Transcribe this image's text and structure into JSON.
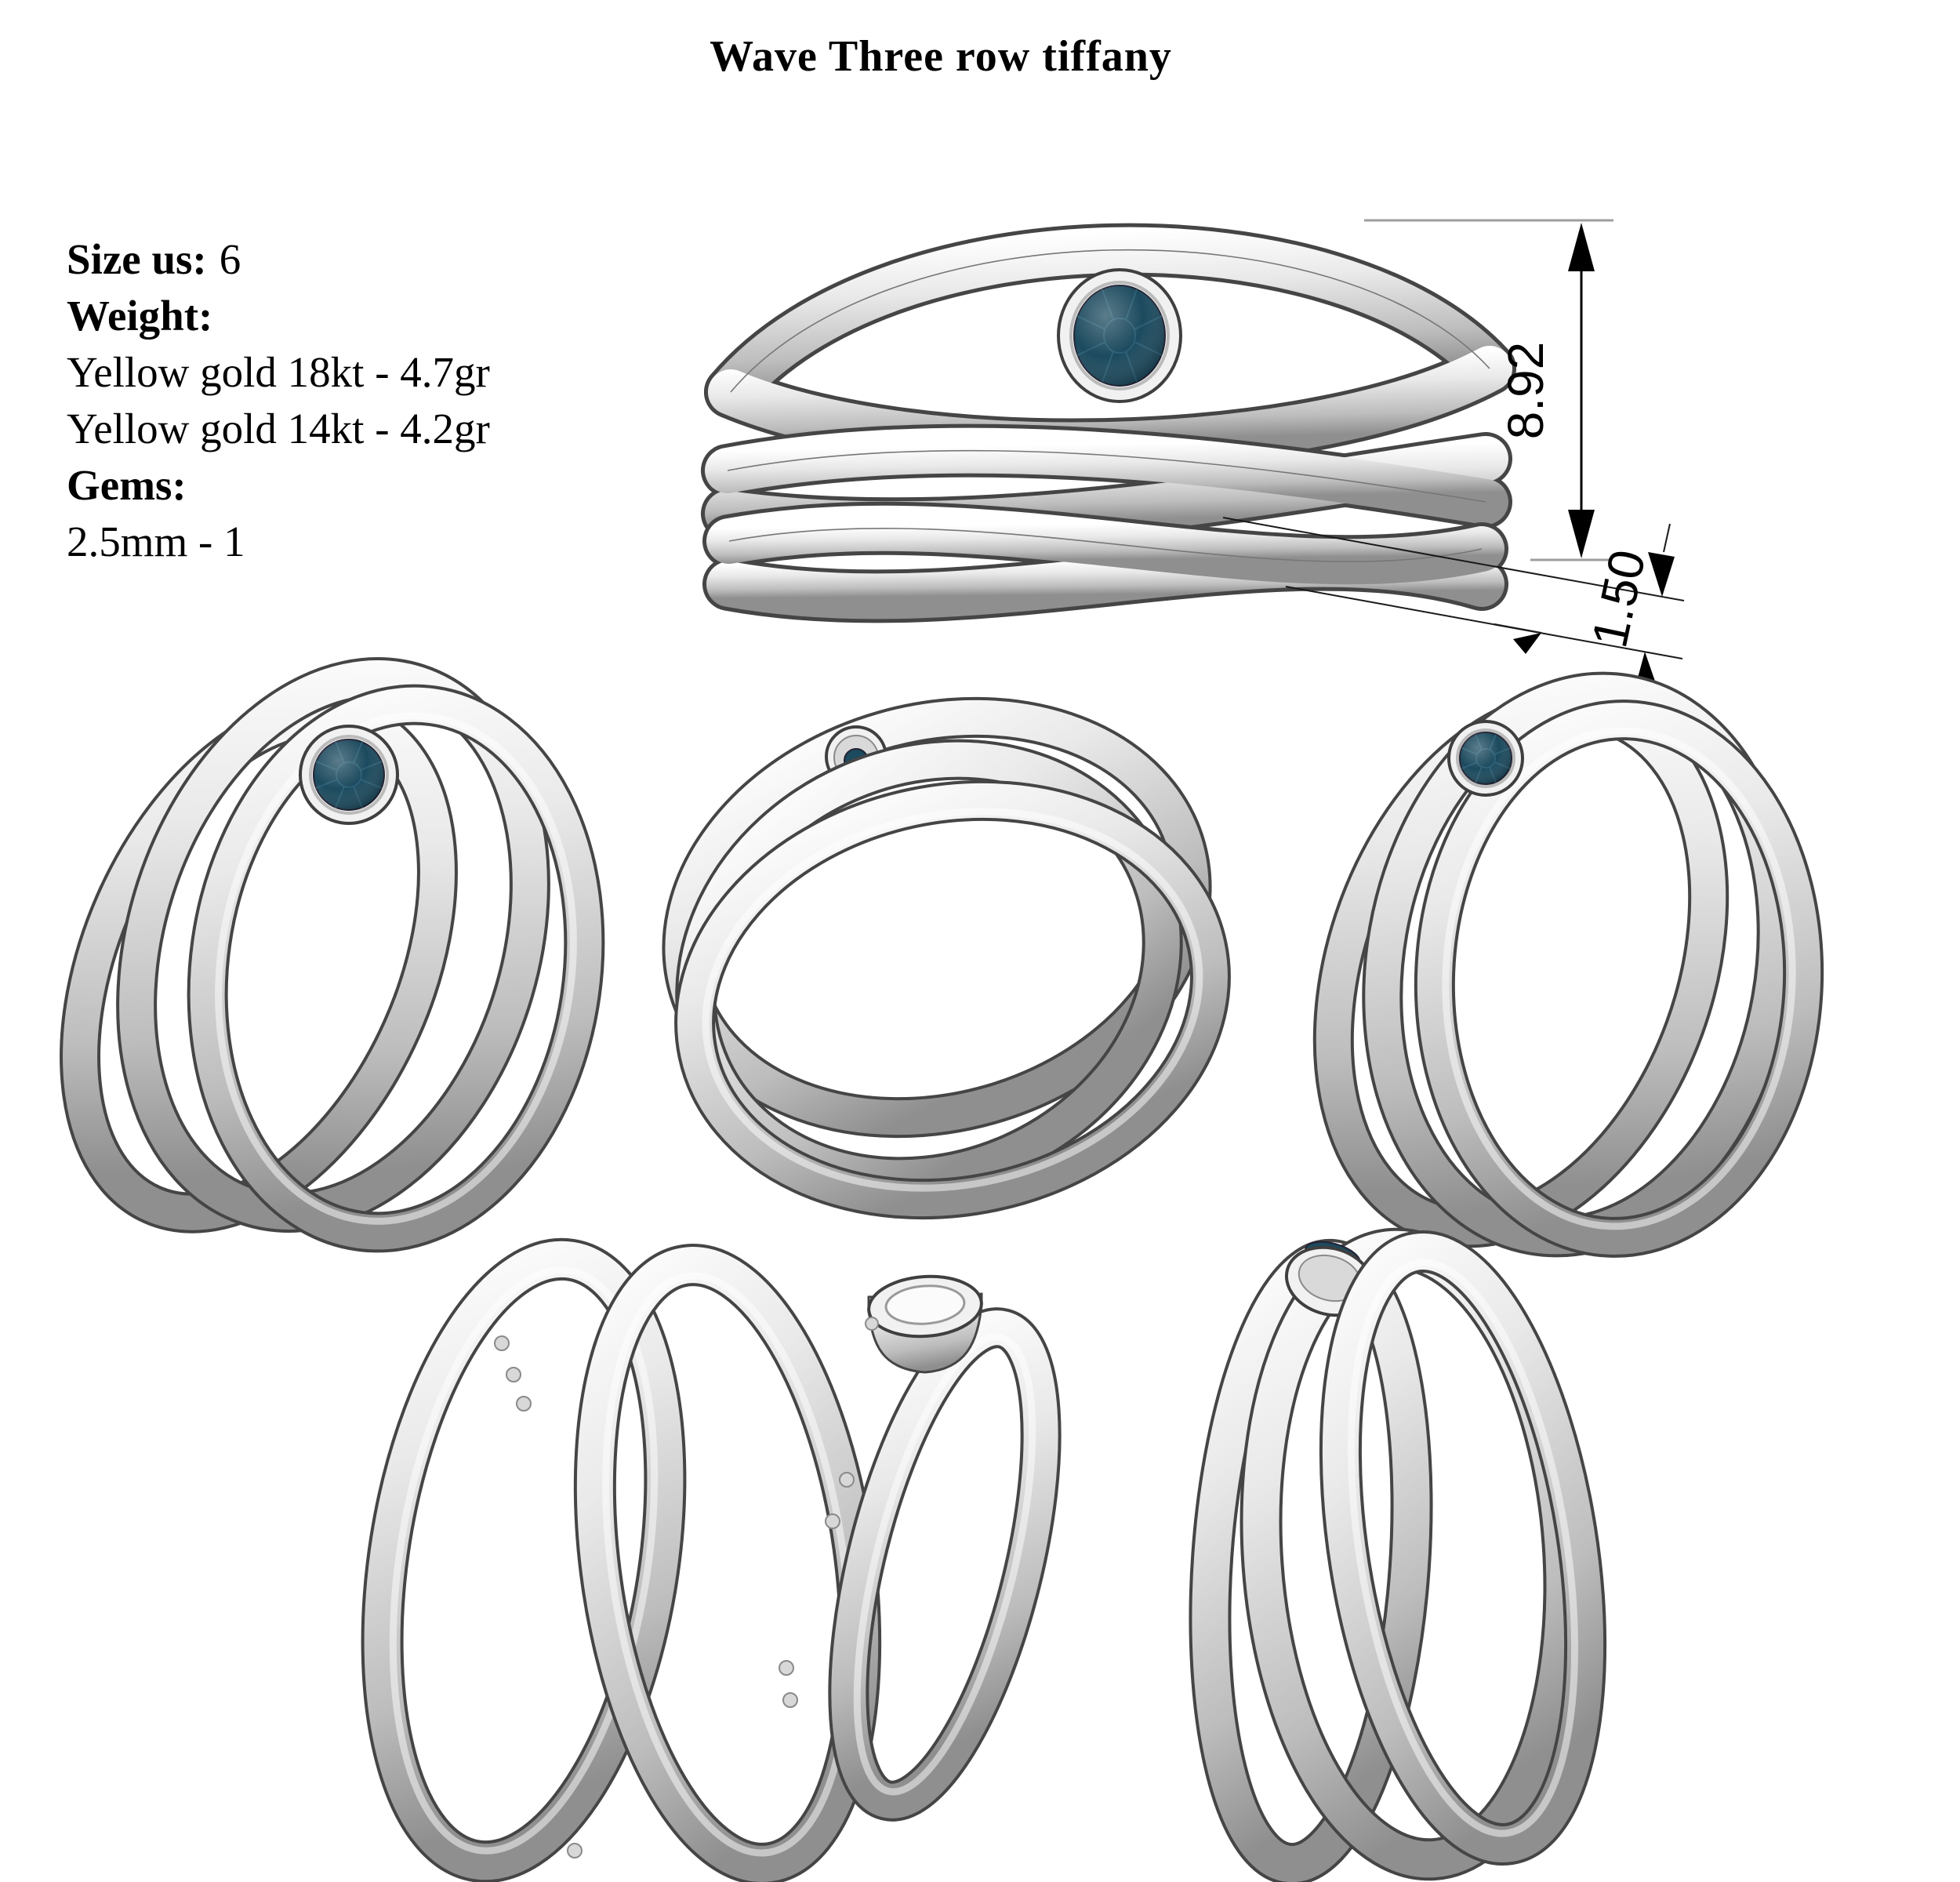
{
  "title": "Wave Three row tiffany",
  "specs": {
    "size_label": "Size us:",
    "size_value": "6",
    "weight_label": "Weight:",
    "weight_lines": [
      "Yellow gold 18kt - 4.7gr",
      "Yellow gold 14kt - 4.2gr"
    ],
    "gems_label": "Gems:",
    "gems_lines": [
      "2.5mm - 1"
    ]
  },
  "dimensions": {
    "band_height": "8.92",
    "wire_diameter": "1.50"
  },
  "colors": {
    "background": "#ffffff",
    "text": "#000000",
    "gem": "#1c4a5e",
    "gem_dark": "#143947",
    "gem_facet": "#2e627a",
    "metal_light": "#fafafa",
    "metal_mid": "#dedede",
    "metal_dark": "#8f8f8f",
    "outline": "#454545",
    "dimension_line": "#000000",
    "extension_line": "#9e9e9e"
  }
}
